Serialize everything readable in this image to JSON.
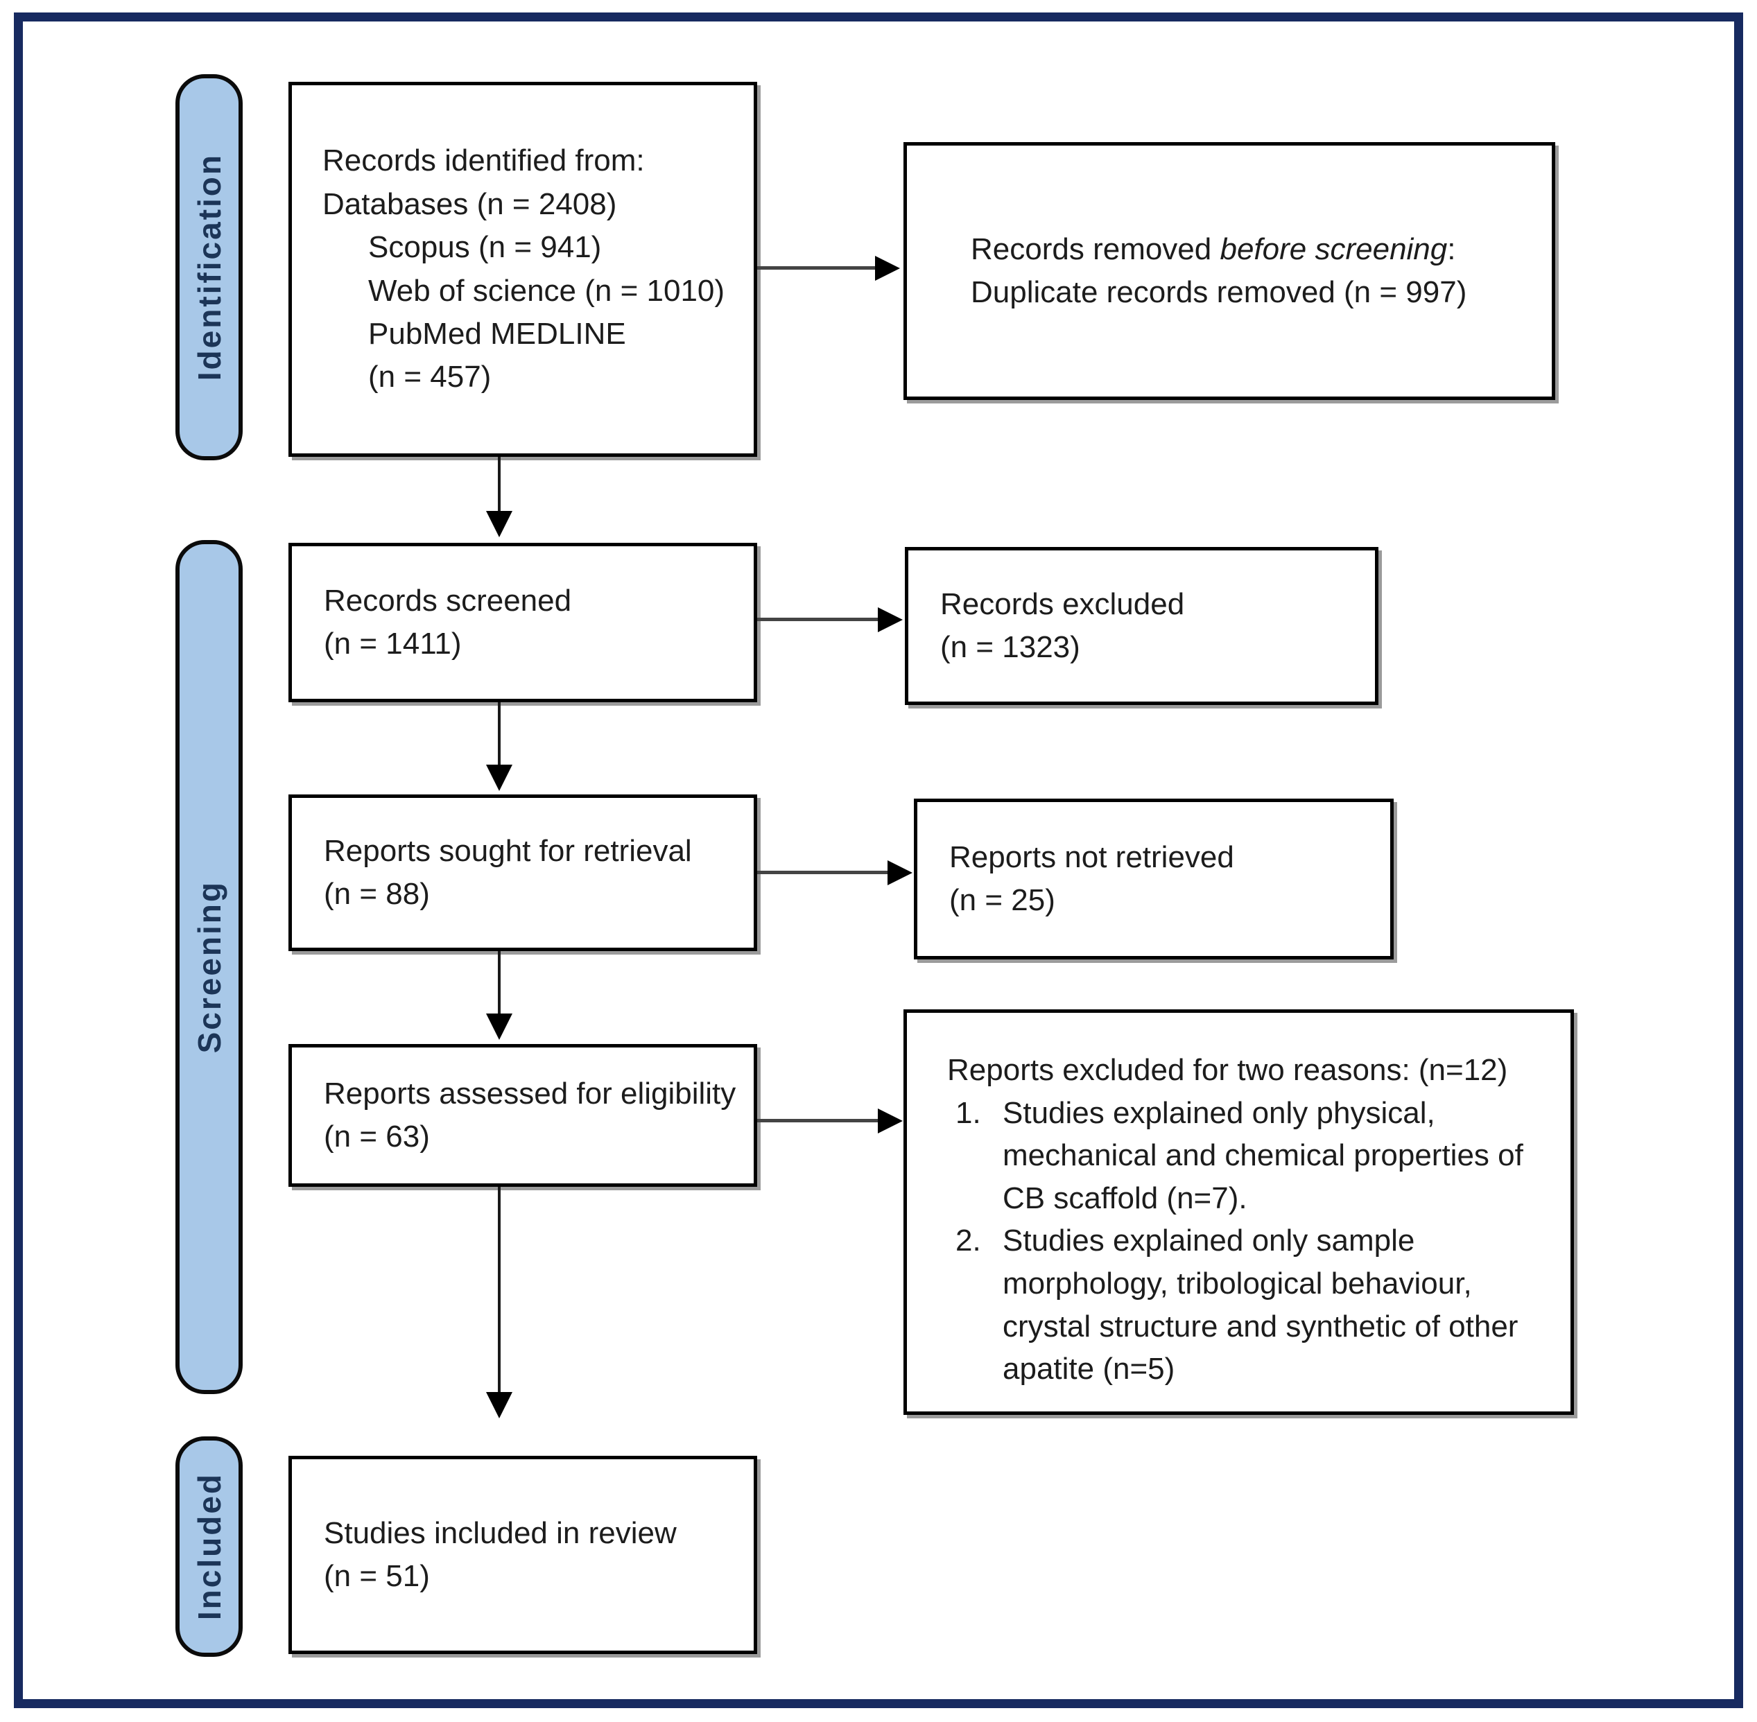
{
  "colors": {
    "frame": "#172a60",
    "stage_fill": "#a8c8e8",
    "stage_text": "#1c3557",
    "box_border": "#000000",
    "text": "#1c1c1c",
    "arrow": "#444444",
    "shadow": "#9b9b9b"
  },
  "stages": {
    "identification": "Identification",
    "screening": "Screening",
    "included": "Included"
  },
  "boxes": {
    "records_identified": {
      "line1": "Records identified from:",
      "line2": "Databases (n = 2408)",
      "line3": "Scopus (n = 941)",
      "line4": "Web of science (n = 1010)",
      "line5": "PubMed MEDLINE",
      "line6": "(n = 457)"
    },
    "records_removed": {
      "prefix": "Records removed ",
      "italic": "before screening",
      "suffix": ":",
      "line2": "Duplicate records removed (n = 997)"
    },
    "records_screened": {
      "line1": "Records screened",
      "line2": "(n = 1411)"
    },
    "records_excluded": {
      "line1": "Records excluded",
      "line2": "(n = 1323)"
    },
    "reports_sought": {
      "line1": "Reports sought for retrieval",
      "line2": "(n = 88)"
    },
    "reports_not_retrieved": {
      "line1": "Reports not retrieved",
      "line2": "(n = 25)"
    },
    "reports_assessed": {
      "line1": "Reports assessed for eligibility",
      "line2": "(n = 63)"
    },
    "reports_excluded_reasons": {
      "heading": "Reports excluded for two reasons: (n=12)",
      "items": [
        {
          "num": "1.",
          "text": "Studies explained only physical, mechanical and chemical properties of CB scaffold (n=7)."
        },
        {
          "num": "2.",
          "text": "Studies explained only sample morphology, tribological behaviour, crystal structure and synthetic of other apatite (n=5)"
        }
      ]
    },
    "studies_included": {
      "line1": "Studies included in review",
      "line2": "(n = 51)"
    }
  }
}
